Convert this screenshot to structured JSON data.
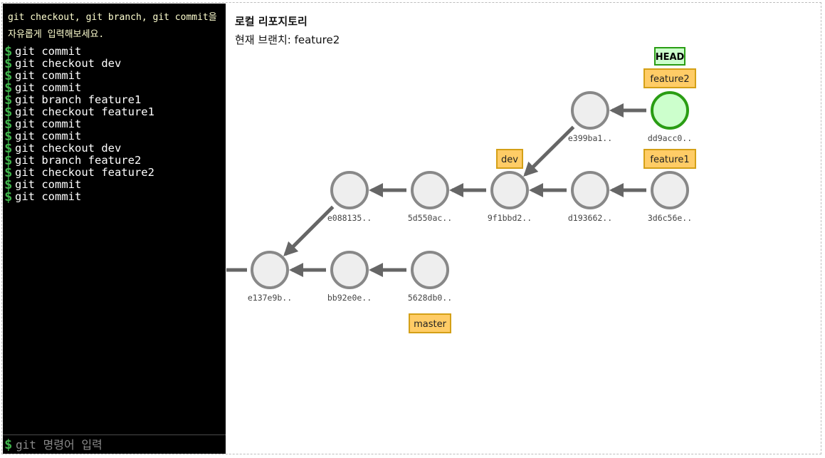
{
  "terminal": {
    "instruction": "git checkout, git branch, git commit을 자유롭게 입력해보세요.",
    "prompt_symbol": "$",
    "history": [
      "git commit",
      "git checkout dev",
      "git commit",
      "git commit",
      "git branch feature1",
      "git checkout feature1",
      "git commit",
      "git commit",
      "git checkout dev",
      "git branch feature2",
      "git checkout feature2",
      "git commit",
      "git commit"
    ],
    "input_value": "",
    "input_placeholder": "git 명령어 입력"
  },
  "repo": {
    "title": "로컬 리포지토리",
    "current_branch_text": "현재 브랜치: feature2"
  },
  "graph": {
    "colors": {
      "commit_fill": "#eeeeee",
      "commit_stroke": "#888888",
      "head_commit_fill": "#ccffcc",
      "head_commit_stroke": "#2a9d14",
      "edge": "#666666",
      "branch_fill": "#ffcc66",
      "branch_stroke": "#d4a017",
      "head_fill": "#ccffcc",
      "head_stroke": "#2a9d14"
    },
    "commits": [
      {
        "id": "e137e9b..",
        "parent": null
      },
      {
        "id": "bb92e0e..",
        "parent": "e137e9b.."
      },
      {
        "id": "5628db0..",
        "parent": "bb92e0e.."
      },
      {
        "id": "e088135..",
        "parent": "e137e9b.."
      },
      {
        "id": "5d550ac..",
        "parent": "e088135.."
      },
      {
        "id": "9f1bbd2..",
        "parent": "5d550ac.."
      },
      {
        "id": "d193662..",
        "parent": "9f1bbd2.."
      },
      {
        "id": "3d6c56e..",
        "parent": "d193662.."
      },
      {
        "id": "e399ba1..",
        "parent": "9f1bbd2.."
      },
      {
        "id": "dd9acc0..",
        "parent": "e399ba1..",
        "is_head": true
      }
    ],
    "branches": [
      {
        "name": "master",
        "target": "5628db0.."
      },
      {
        "name": "dev",
        "target": "9f1bbd2.."
      },
      {
        "name": "feature1",
        "target": "3d6c56e.."
      },
      {
        "name": "feature2",
        "target": "dd9acc0.."
      }
    ],
    "head_label": "HEAD"
  }
}
